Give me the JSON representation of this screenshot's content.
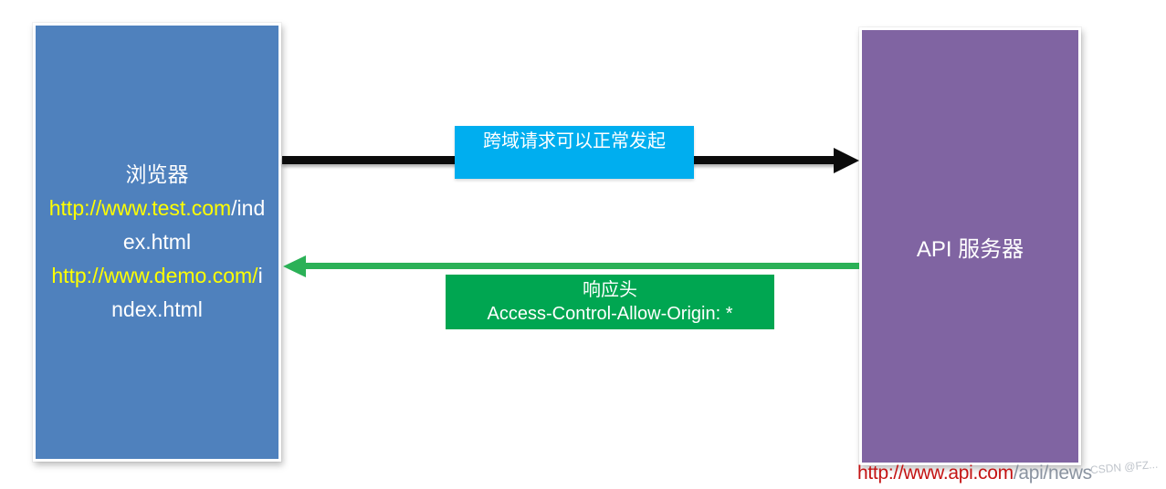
{
  "diagram": {
    "browser_box": {
      "bg_color": "#4F81BD",
      "lines": [
        {
          "segments": [
            {
              "text": "浏览器",
              "color": "#FFFFFF"
            }
          ]
        },
        {
          "segments": [
            {
              "text": "http://www.test.com",
              "color": "#FFFF00"
            },
            {
              "text": "/ind",
              "color": "#FFFFFF"
            }
          ]
        },
        {
          "segments": [
            {
              "text": "ex.html",
              "color": "#FFFFFF"
            }
          ]
        },
        {
          "segments": [
            {
              "text": "http://www.demo.com/",
              "color": "#FFFF00"
            },
            {
              "text": "i",
              "color": "#FFFFFF"
            }
          ]
        },
        {
          "segments": [
            {
              "text": "ndex.html",
              "color": "#FFFFFF"
            }
          ]
        }
      ]
    },
    "api_box": {
      "label": "API 服务器",
      "bg_color": "#8064A2"
    },
    "api_url": {
      "segments": [
        {
          "text": "http://www.api.com",
          "color": "#C41414"
        },
        {
          "text": "/api/news",
          "color": "#8A93A0"
        }
      ]
    },
    "request_arrow": {
      "label": "跨域请求可以正常发起",
      "label_bg": "#00AEEF",
      "arrow_color": "#0B0B0B",
      "direction": "browser-to-api"
    },
    "response_arrow": {
      "label_line1": "响应头",
      "label_line2": "Access-Control-Allow-Origin: *",
      "label_bg": "#00A651",
      "arrow_color": "#2BB157",
      "direction": "api-to-browser"
    },
    "watermark": "CSDN @FZ..."
  }
}
